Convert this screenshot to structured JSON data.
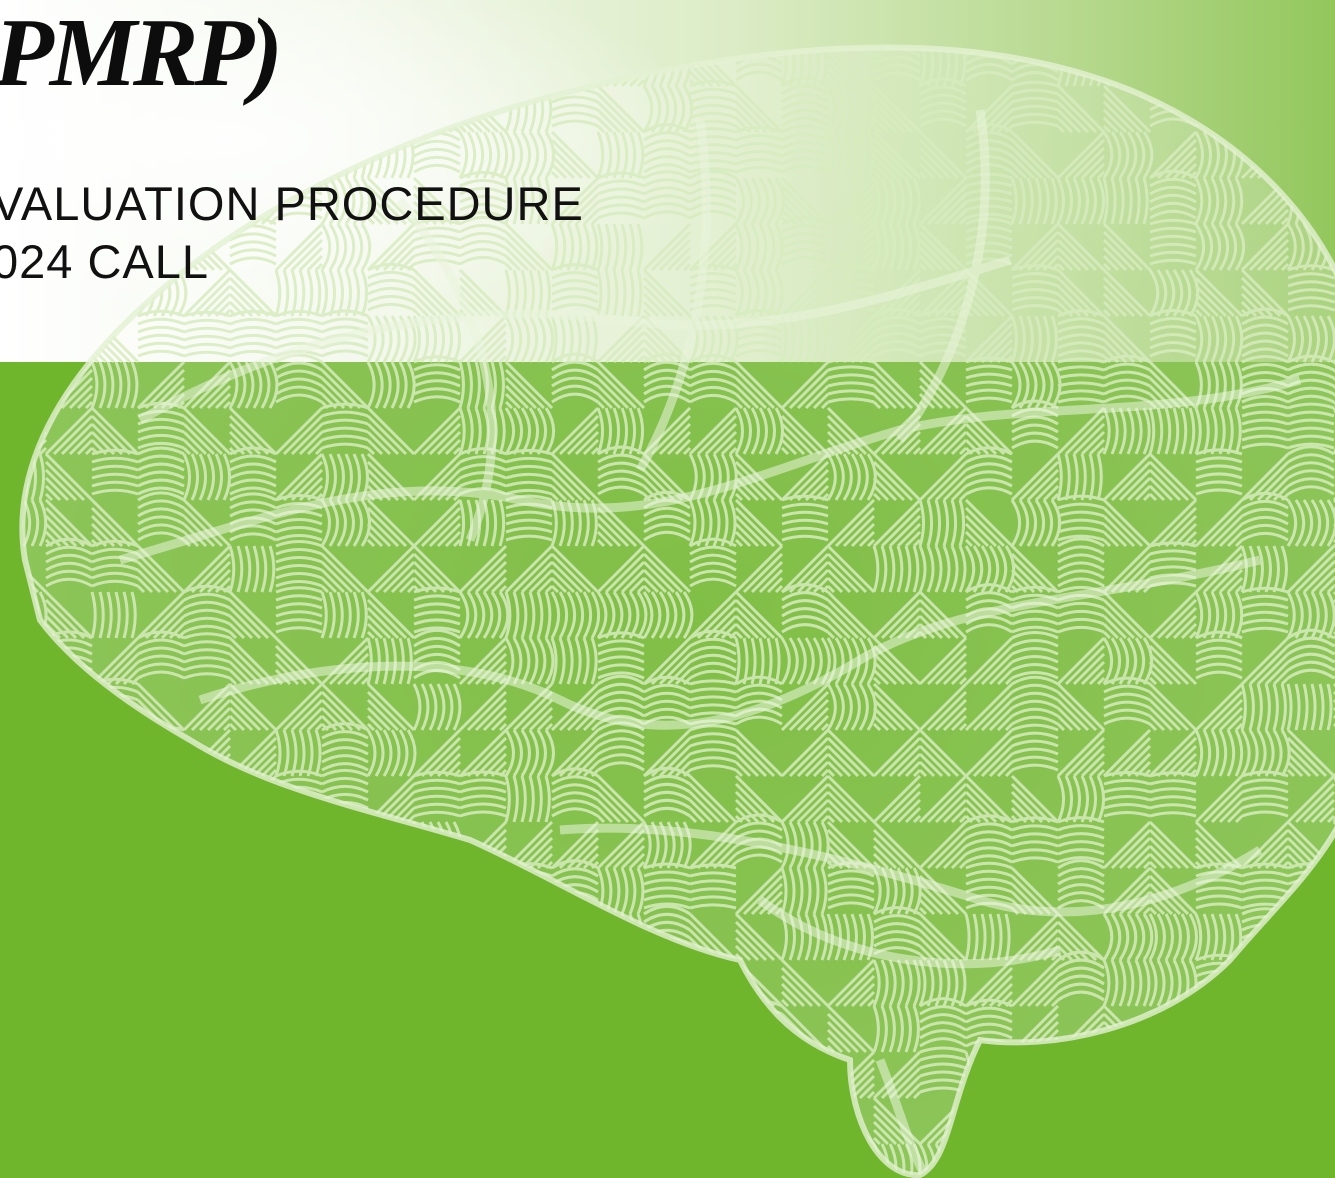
{
  "cover": {
    "title_fragment": "PMRP)",
    "subtitle_line1": "VALUATION PROCEDURE",
    "subtitle_line2": "024 CALL"
  },
  "colors": {
    "green": "#6fb62d",
    "band_light": "#ffffff",
    "band_right": "#93c75c",
    "text": "#111111",
    "brain_lines": "#d7ecbf"
  },
  "illustration": {
    "name": "brain-illustration",
    "style": "maze-like line engraving"
  }
}
